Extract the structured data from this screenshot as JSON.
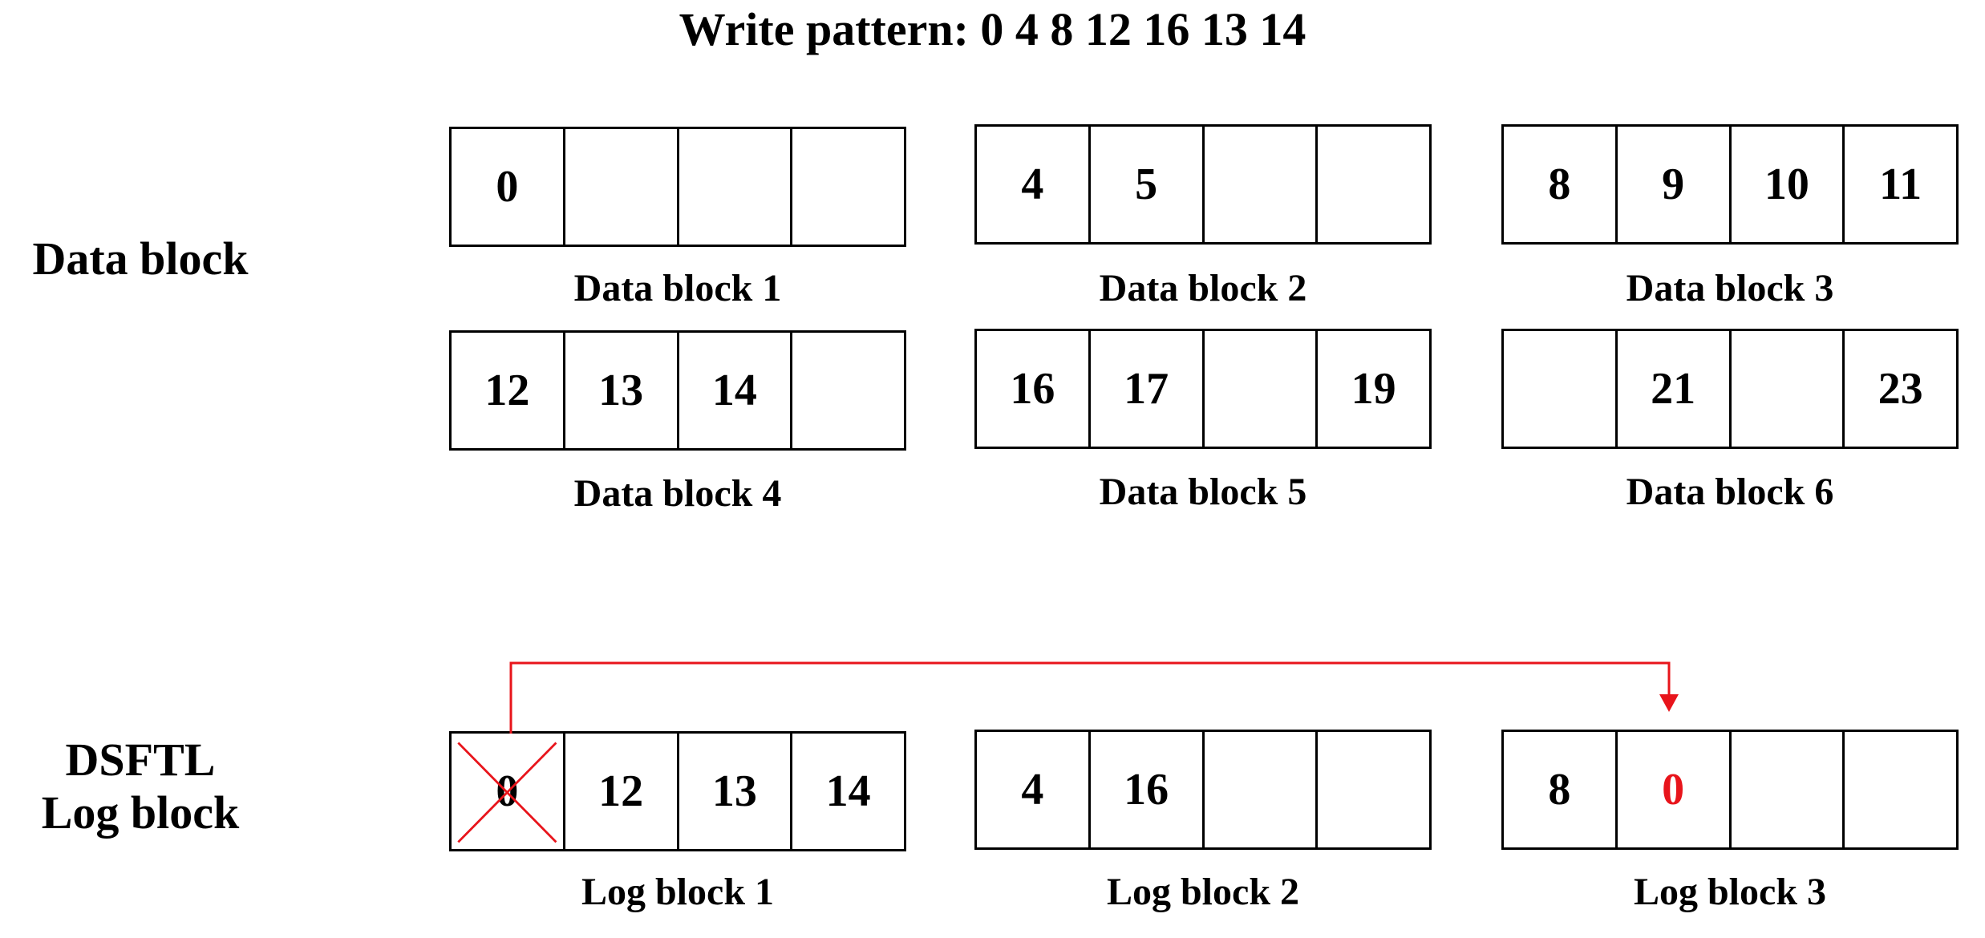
{
  "title": "Write pattern: 0 4 8 12 16 13 14",
  "data_section": {
    "label": "Data block",
    "blocks": [
      {
        "label": "Data block 1",
        "cells": [
          "0",
          "",
          "",
          ""
        ]
      },
      {
        "label": "Data block 2",
        "cells": [
          "4",
          "5",
          "",
          ""
        ]
      },
      {
        "label": "Data block 3",
        "cells": [
          "8",
          "9",
          "10",
          "11"
        ]
      },
      {
        "label": "Data block 4",
        "cells": [
          "12",
          "13",
          "14",
          ""
        ]
      },
      {
        "label": "Data block 5",
        "cells": [
          "16",
          "17",
          "",
          "19"
        ]
      },
      {
        "label": "Data block 6",
        "cells": [
          "",
          "21",
          "",
          "23"
        ]
      }
    ]
  },
  "log_section": {
    "label_line1": "DSFTL",
    "label_line2": "Log block",
    "blocks": [
      {
        "label": "Log block 1",
        "cells": [
          "0",
          "12",
          "13",
          "14"
        ]
      },
      {
        "label": "Log block 2",
        "cells": [
          "4",
          "16",
          "",
          ""
        ]
      },
      {
        "label": "Log block 3",
        "cells": [
          "8",
          "0",
          "",
          ""
        ]
      }
    ]
  },
  "colors": {
    "highlight": "#e8141b",
    "line": "#000000"
  }
}
